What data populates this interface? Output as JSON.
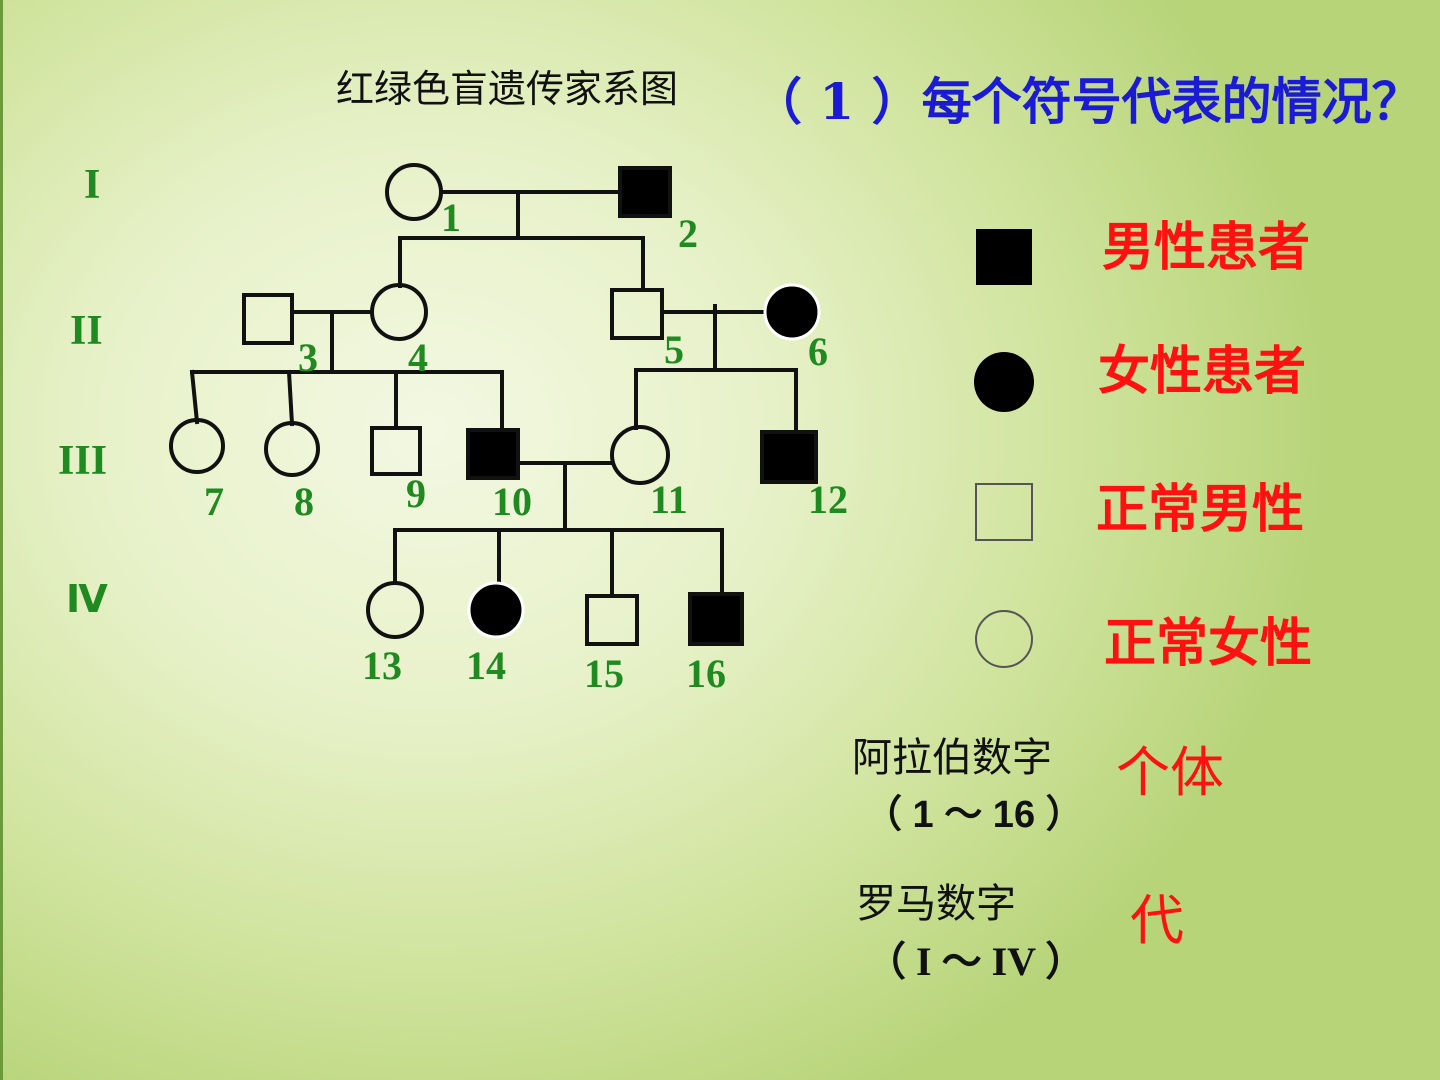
{
  "title": "红绿色盲遗传家系图",
  "question": "（ 1 ）每个符号代表的情况？",
  "generations": [
    "I",
    "II",
    "III",
    "Ⅳ"
  ],
  "individual_numbers": [
    "1",
    "2",
    "3",
    "4",
    "5",
    "6",
    "7",
    "8",
    "9",
    "10",
    "11",
    "12",
    "13",
    "14",
    "15",
    "16"
  ],
  "legend": {
    "male_affected": "男性患者",
    "female_affected": "女性患者",
    "male_normal": "正常男性",
    "female_normal": "正常女性"
  },
  "notes": {
    "arabic_label": "阿拉伯数字",
    "arabic_range": "（ 1 ～ 16 ）",
    "arabic_meaning": "个体",
    "roman_label": "罗马数字",
    "roman_range": "（ I ～ IV ）",
    "roman_meaning": "代"
  },
  "individuals": [
    {
      "id": "1",
      "sex": "female",
      "affected": false
    },
    {
      "id": "2",
      "sex": "male",
      "affected": true
    },
    {
      "id": "3",
      "sex": "male",
      "affected": false
    },
    {
      "id": "4",
      "sex": "female",
      "affected": false
    },
    {
      "id": "5",
      "sex": "male",
      "affected": false
    },
    {
      "id": "6",
      "sex": "female",
      "affected": true
    },
    {
      "id": "7",
      "sex": "female",
      "affected": false
    },
    {
      "id": "8",
      "sex": "female",
      "affected": false
    },
    {
      "id": "9",
      "sex": "male",
      "affected": false
    },
    {
      "id": "10",
      "sex": "male",
      "affected": true
    },
    {
      "id": "11",
      "sex": "female",
      "affected": false
    },
    {
      "id": "12",
      "sex": "male",
      "affected": true
    },
    {
      "id": "13",
      "sex": "female",
      "affected": false
    },
    {
      "id": "14",
      "sex": "female",
      "affected": true
    },
    {
      "id": "15",
      "sex": "male",
      "affected": false
    },
    {
      "id": "16",
      "sex": "male",
      "affected": true
    }
  ],
  "colors": {
    "question": "#1b1bd6",
    "legend_text": "#ff1111",
    "labels": "#1f8a1f",
    "symbol_fill": "#000000"
  }
}
